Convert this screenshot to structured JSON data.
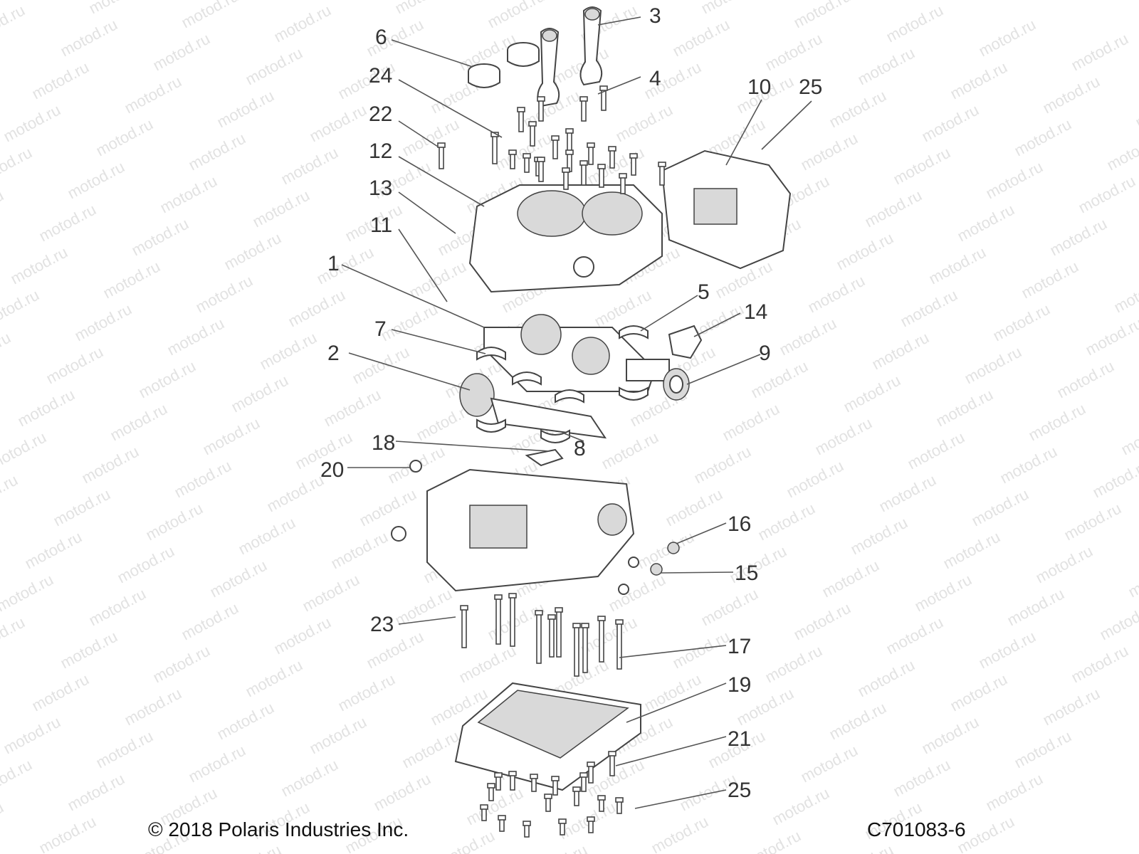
{
  "footer": {
    "copyright": "© 2018 Polaris Industries Inc.",
    "figure_code": "C701083-6"
  },
  "watermark": {
    "text": "motod.ru"
  },
  "callouts": [
    "1",
    "2",
    "3",
    "4",
    "5",
    "6",
    "7",
    "8",
    "9",
    "10",
    "11",
    "12",
    "13",
    "14",
    "15",
    "16",
    "17",
    "18",
    "19",
    "20",
    "21",
    "22",
    "23",
    "24",
    "25",
    "25"
  ],
  "colors": {
    "line": "#444444",
    "text": "#333333",
    "watermark": "#e2e2e2"
  }
}
